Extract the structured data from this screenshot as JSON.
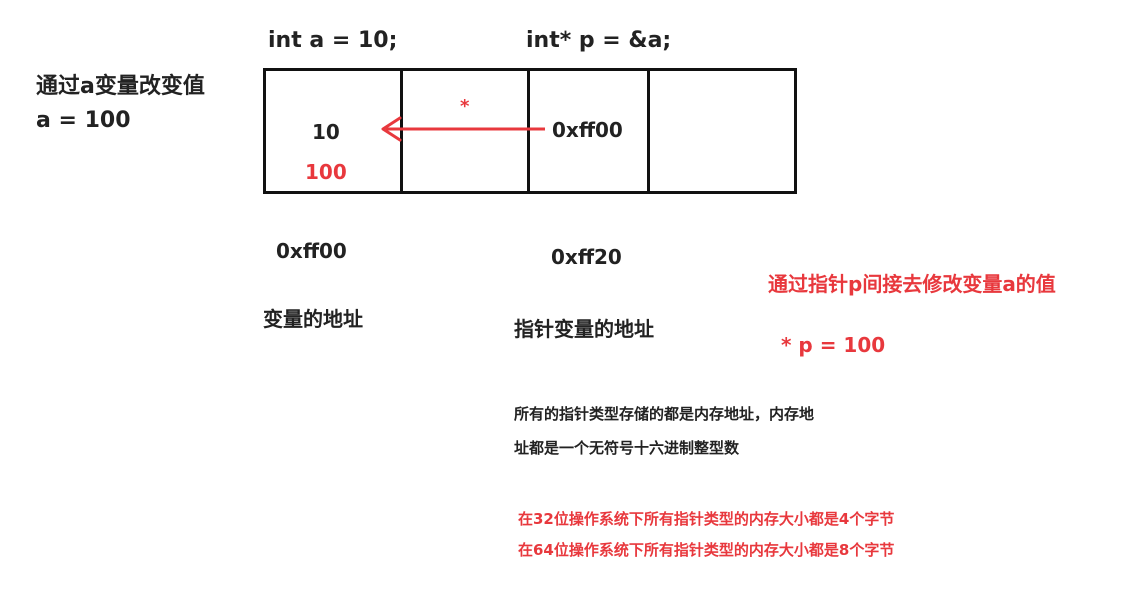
{
  "code": {
    "var_decl": "int a = 10;",
    "ptr_decl": "int* p = &a;"
  },
  "left_note": {
    "title": "通过a变量改变值",
    "assign": "a = 100"
  },
  "memory": {
    "old_value": "10",
    "new_value": "100",
    "deref_mark": "*",
    "pointer_value": "0xff00"
  },
  "addresses": {
    "var_address": "0xff00",
    "ptr_address": "0xff20",
    "var_address_label": "变量的地址",
    "ptr_address_label": "指针变量的地址"
  },
  "indirect": {
    "title": "通过指针p间接去修改变量a的值",
    "code": "* p = 100"
  },
  "notes": {
    "line1": "所有的指针类型存储的都是内存地址，内存地",
    "line2": "址都是一个无符号十六进制整型数"
  },
  "sizes": {
    "line32": "在32位操作系统下所有指针类型的内存大小都是4个字节",
    "line64": "在64位操作系统下所有指针类型的内存大小都是8个字节"
  },
  "colors": {
    "accent_red": "#e8383d",
    "text_dark": "#222222",
    "box_border": "#111111"
  }
}
